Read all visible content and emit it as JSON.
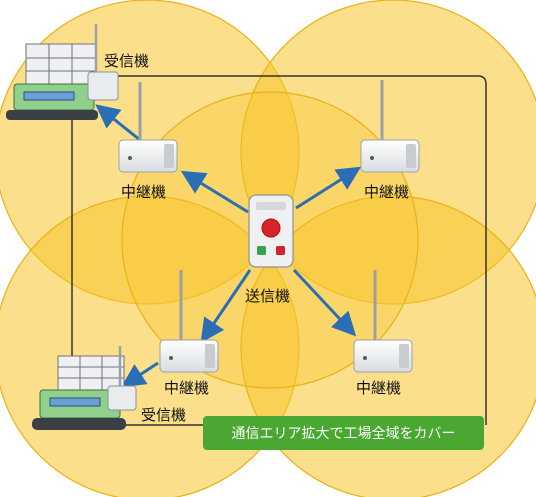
{
  "labels": {
    "receiver_top": "受信機",
    "receiver_bottom": "受信機",
    "relay_top_left": "中継機",
    "relay_top_right": "中継機",
    "relay_bottom_left": "中継機",
    "relay_bottom_right": "中継機",
    "transmitter": "送信機"
  },
  "banner": {
    "text": "通信エリア拡大で工場全域をカバー",
    "color": "#4aa832"
  },
  "colors": {
    "coverage_fill": "#f8c52c",
    "coverage_stroke": "#ecb012",
    "arrow": "#2a6fb5",
    "track": "#333333"
  }
}
